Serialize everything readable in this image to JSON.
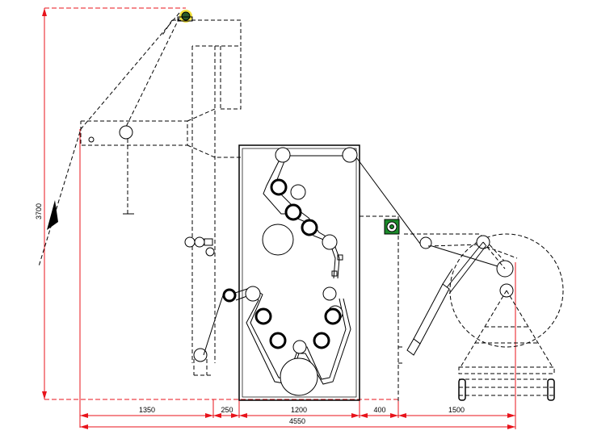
{
  "dimensions": {
    "height_label": "3700",
    "seg1": "1350",
    "seg2": "250",
    "seg3": "1200",
    "seg4": "400",
    "seg5": "1500",
    "total": "4550"
  },
  "colors": {
    "line": "#000000",
    "dimension": "#e8131b",
    "motor_green": "#1a8a2a",
    "highlight_yellow": "#f2e23c"
  },
  "icons": {
    "motor": "motor-icon",
    "top_roller": "roller-icon",
    "arrow": "arrow-up-icon"
  }
}
